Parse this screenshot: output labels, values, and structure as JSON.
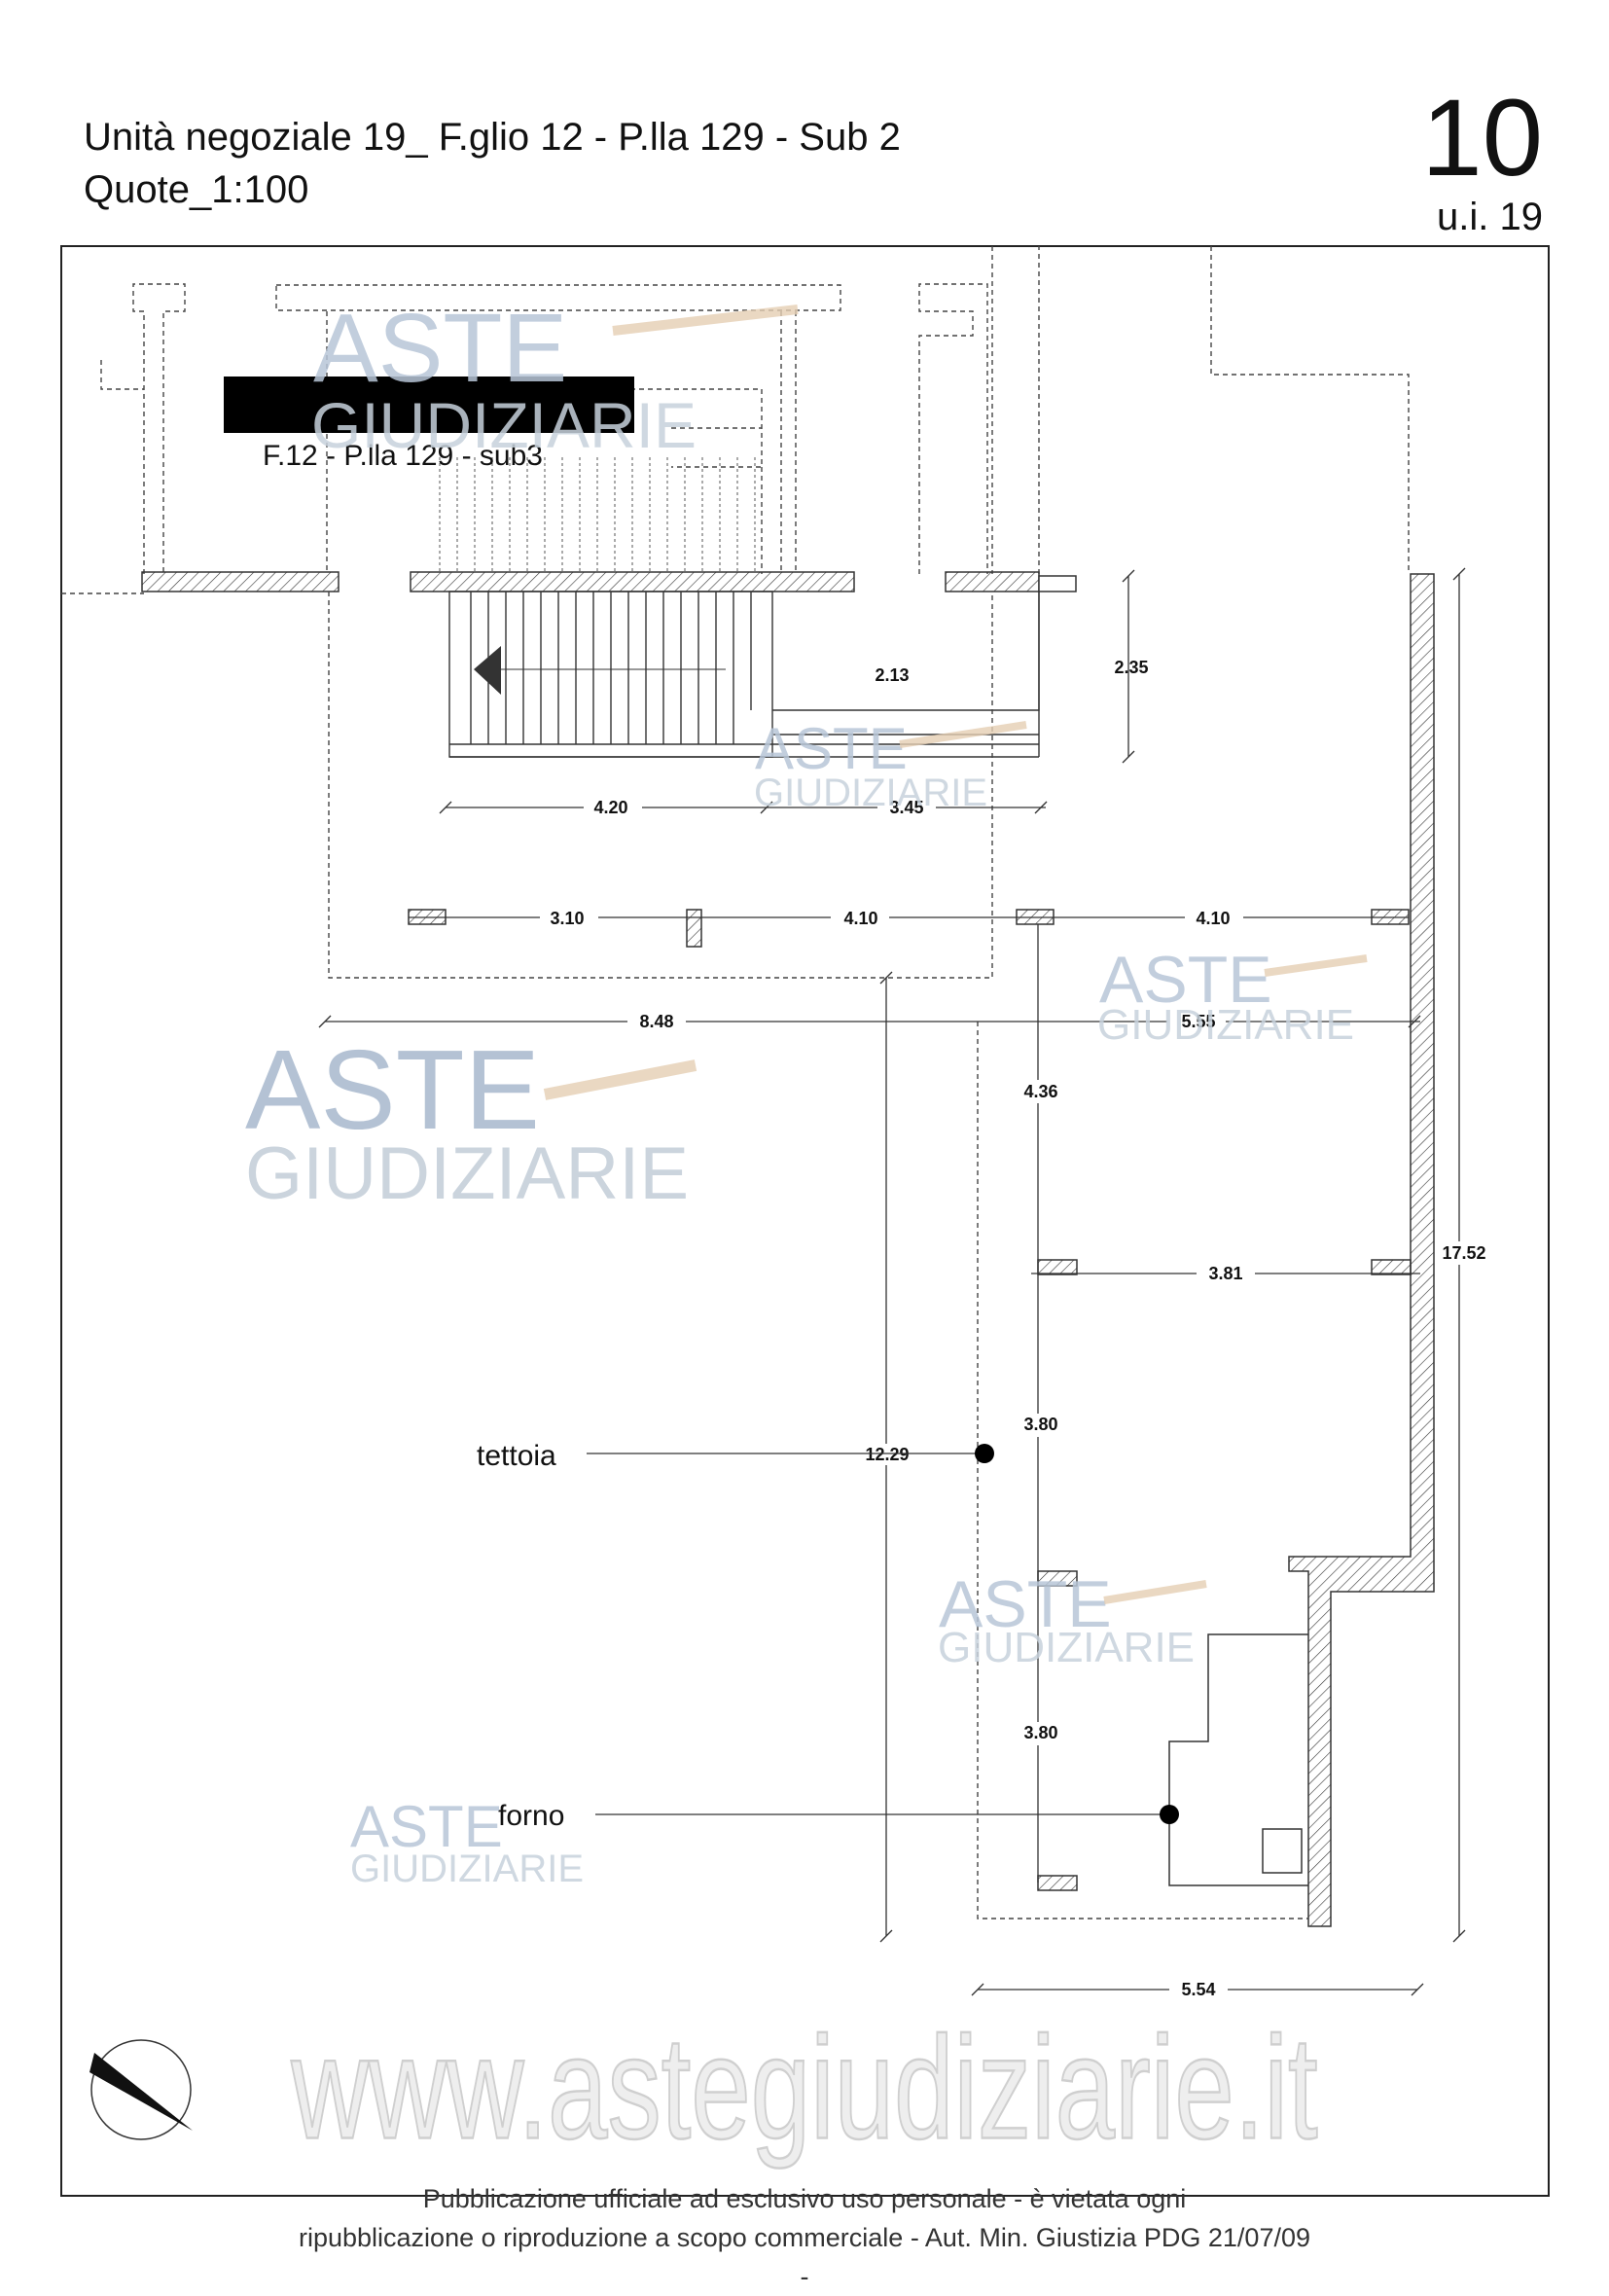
{
  "header": {
    "title_line1": "Unità negoziale 19_ F.glio 12 - P.lla 129 - Sub 2",
    "title_line2": "Quote_1:100",
    "sheet_number": "10",
    "unit_id": "u.i. 19"
  },
  "plan": {
    "adjacent_unit_label": "F.12 - P.lla 129 - sub3",
    "dimensions": {
      "d_4_20": "4.20",
      "d_3_45": "3.45",
      "d_2_13": "2.13",
      "d_2_35": "2.35",
      "d_3_10": "3.10",
      "d_4_10_a": "4.10",
      "d_4_10_b": "4.10",
      "d_8_48": "8.48",
      "d_5_55": "5.55",
      "d_4_36": "4.36",
      "d_3_81": "3.81",
      "d_17_52": "17.52",
      "d_3_80_a": "3.80",
      "d_12_29": "12.29",
      "d_3_80_b": "3.80",
      "d_5_54": "5.54"
    },
    "callouts": {
      "tettoia": "tettoia",
      "forno": "forno"
    }
  },
  "watermark": {
    "brand_line1": "ASTE",
    "brand_line2": "GIUDIZIARIE",
    "website": "www.astegiudiziarie.it"
  },
  "footer": {
    "line1": "Pubblicazione ufficiale ad esclusivo uso personale - è vietata ogni",
    "line2": "ripubblicazione o riproduzione a scopo commerciale - Aut. Min. Giustizia PDG 21/07/09",
    "line3": "-"
  }
}
